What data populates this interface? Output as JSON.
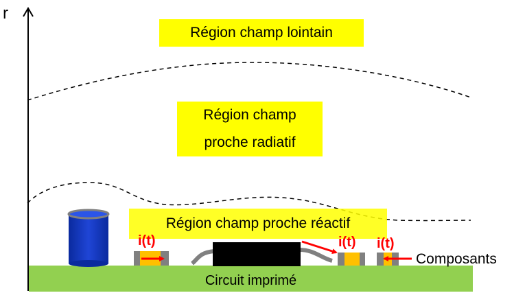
{
  "axis": {
    "label": "r"
  },
  "regions": {
    "far": "Région champ lointain",
    "radiative_line1": "Région champ",
    "radiative_line2": "proche radiatif",
    "reactive": "Région champ proche réactif"
  },
  "board": {
    "label": "Circuit imprimé"
  },
  "components_label": "Composants",
  "current_label": "i(t)",
  "colors": {
    "board": "#92d050",
    "region_label_bg": "#ffff00",
    "current": "#ff0000",
    "capacitor": "#0033cc",
    "chip": "#000000",
    "pad": "#808080",
    "smd_body": "#ffc000"
  }
}
